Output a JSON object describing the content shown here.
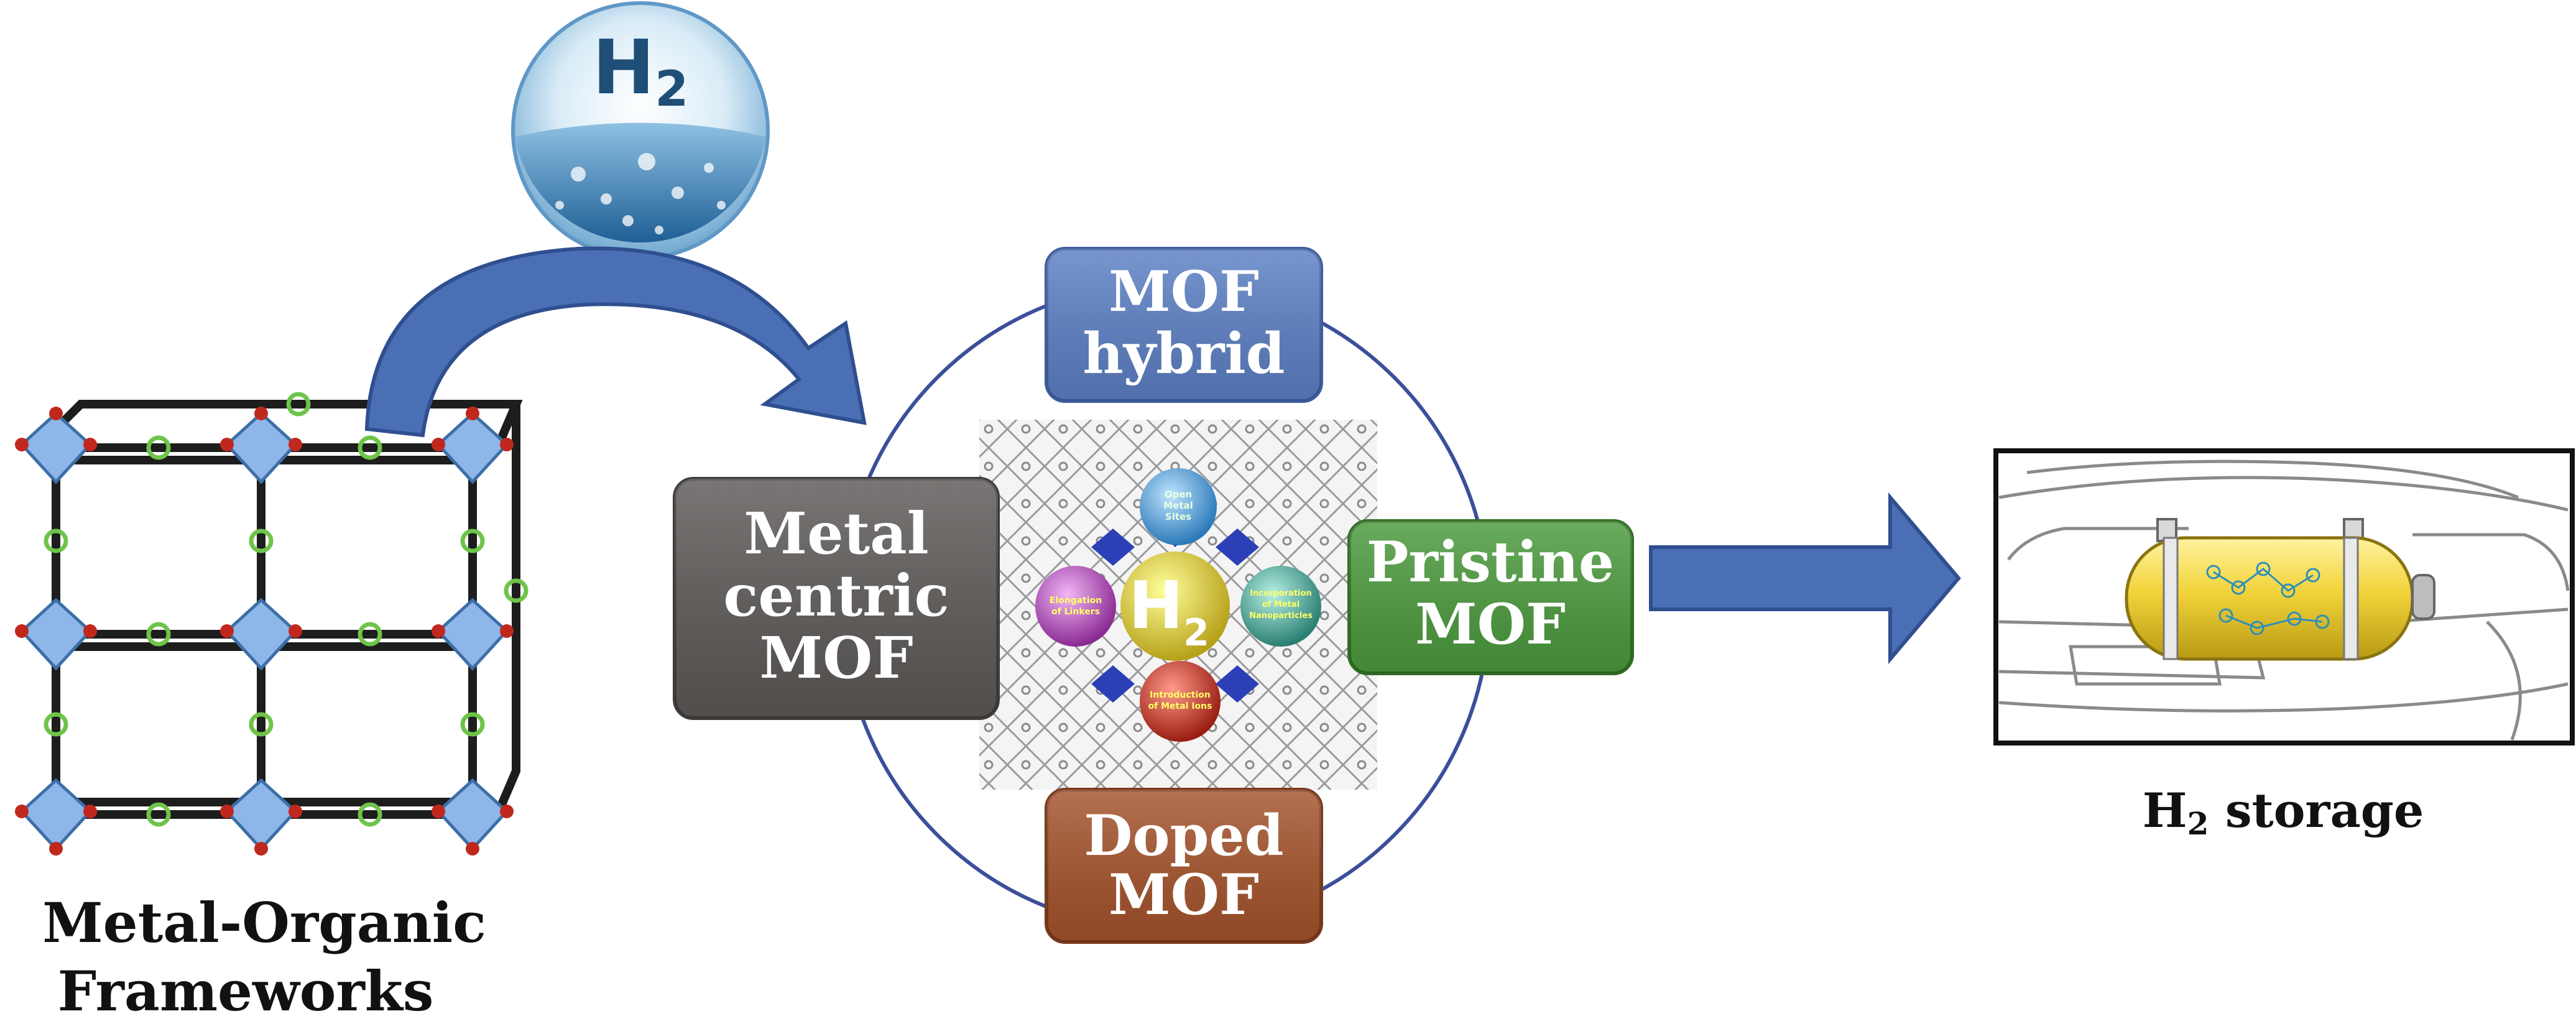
{
  "mof_structure": {
    "caption_line1": "Metal-Organic",
    "caption_line2": "Frameworks"
  },
  "h2_sphere": {
    "label_main": "H",
    "label_sub": "2"
  },
  "center_hub": {
    "top_box_line1": "MOF",
    "top_box_line2": "hybrid",
    "left_box_line1": "Metal",
    "left_box_line2": "centric",
    "left_box_line3": "MOF",
    "right_box_line1": "Pristine",
    "right_box_line2": "MOF",
    "bottom_box_line1": "Doped",
    "bottom_box_line2": "MOF",
    "core_label_main": "H",
    "core_label_sub": "2",
    "ball_top_text_1": "Open",
    "ball_top_text_2": "Metal",
    "ball_top_text_3": "Sites",
    "ball_left_text_1": "Elongation",
    "ball_left_text_2": "of Linkers",
    "ball_right_text_1": "Incorporation",
    "ball_right_text_2": "of Metal",
    "ball_right_text_3": "Nanoparticles",
    "ball_bottom_text_1": "Introduction",
    "ball_bottom_text_2": "of Metal Ions"
  },
  "storage": {
    "caption_main": "H",
    "caption_sub": "2",
    "caption_rest": " storage"
  },
  "colors": {
    "arrow_blue": "#4a6fb5",
    "arrow_blue_light": "#6f8fd0",
    "hybrid_box": "#5b7fc4",
    "metal_centric_box": "#5c5957",
    "pristine_box": "#4a9a3c",
    "doped_box": "#a4522a",
    "circle_stroke": "#3b4f9a",
    "tank_yellow": "#f2d33a",
    "mof_node_blue": "#8fb6e8",
    "mof_oxygen_red": "#c0281e",
    "mof_linker_green": "#6ec44a"
  }
}
